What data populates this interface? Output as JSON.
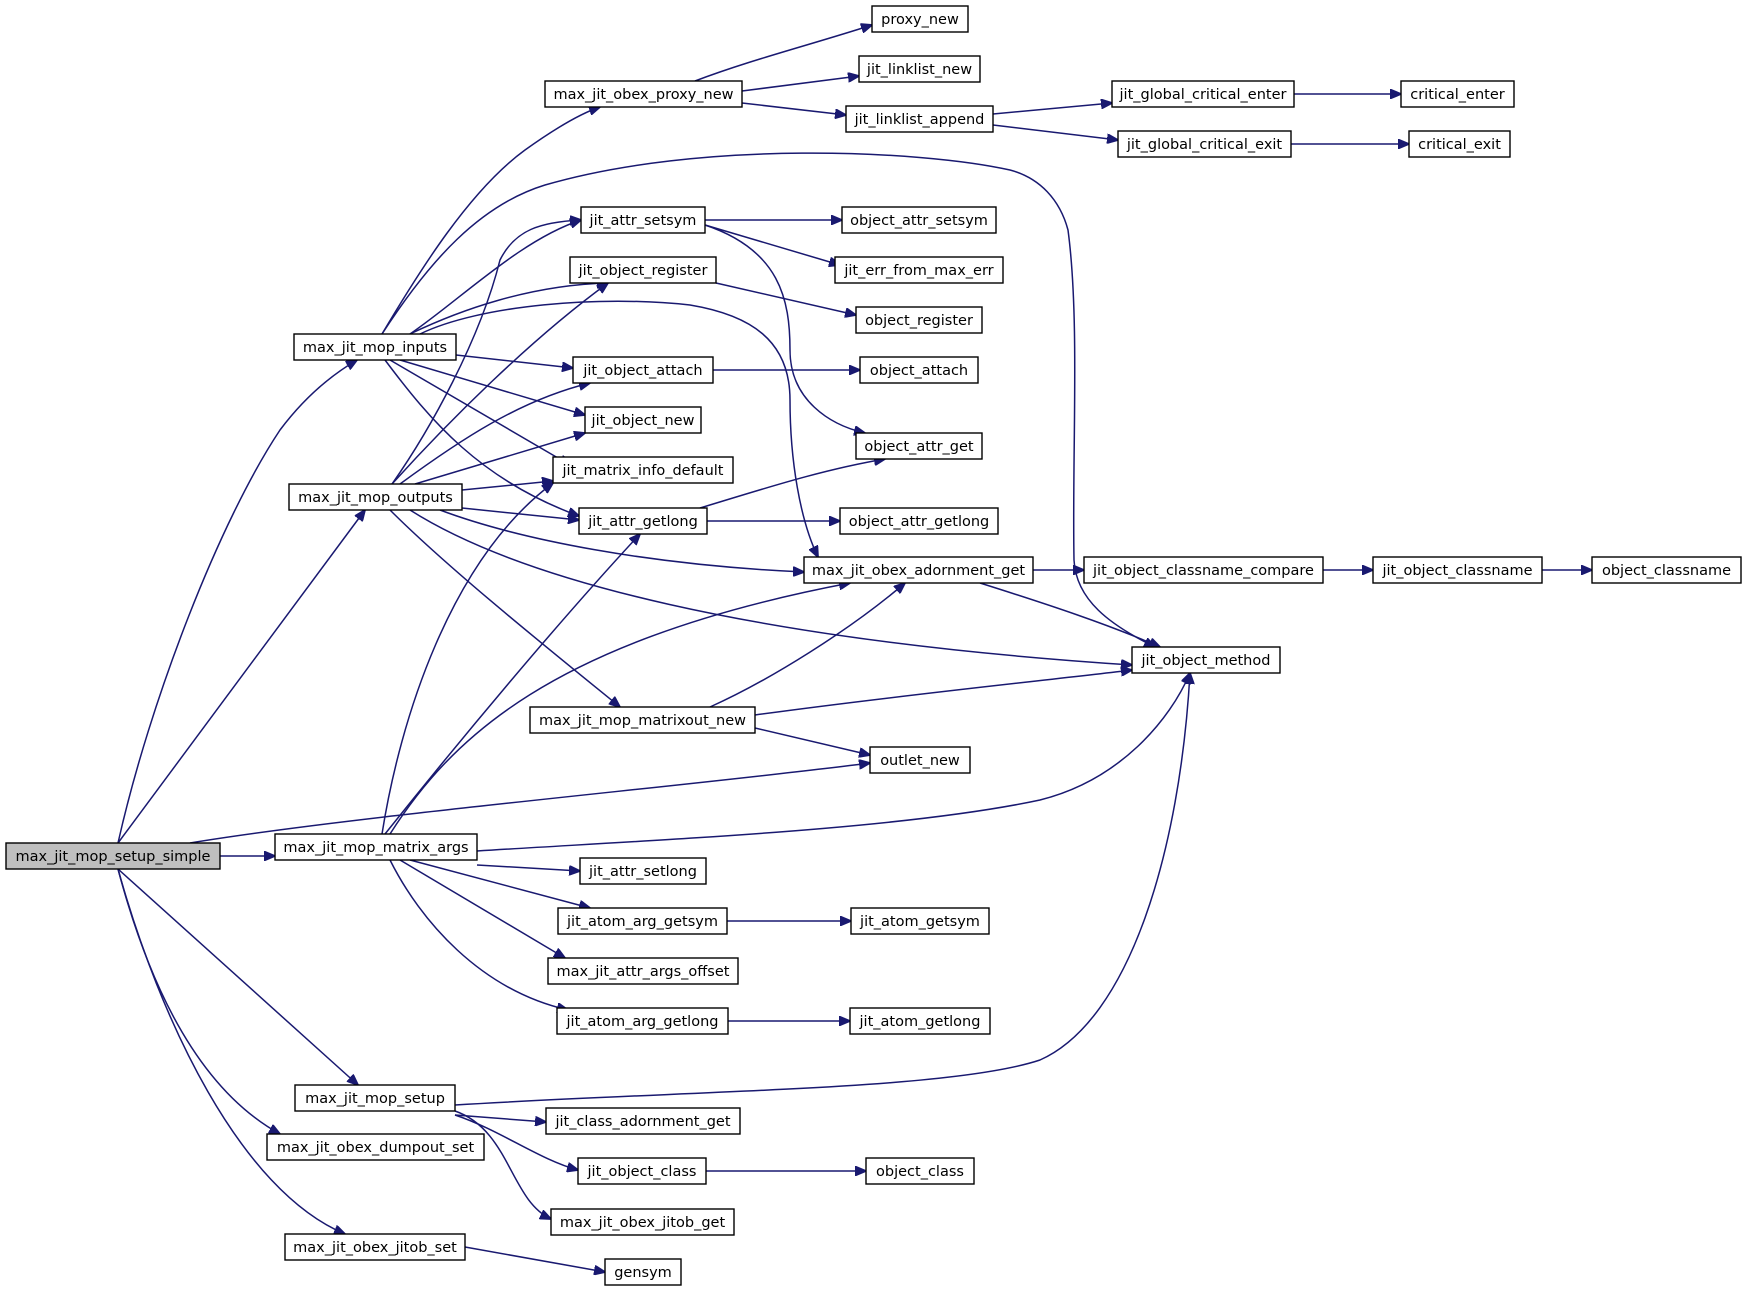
{
  "diagram": {
    "root": "max_jit_mop_setup_simple",
    "edge_color": "#191970",
    "root_fill": "#bfbfbf",
    "nodes": {
      "setup_simple": "max_jit_mop_setup_simple",
      "mop_inputs": "max_jit_mop_inputs",
      "mop_outputs": "max_jit_mop_outputs",
      "matrix_args": "max_jit_mop_matrix_args",
      "mop_setup": "max_jit_mop_setup",
      "dumpout_set": "max_jit_obex_dumpout_set",
      "jitob_set": "max_jit_obex_jitob_set",
      "proxy_new_max": "max_jit_obex_proxy_new",
      "attr_setsym": "jit_attr_setsym",
      "object_register": "jit_object_register",
      "object_attach": "jit_object_attach",
      "object_new": "jit_object_new",
      "matrix_info_default": "jit_matrix_info_default",
      "attr_getlong": "jit_attr_getlong",
      "matrixout_new": "max_jit_mop_matrixout_new",
      "attr_setlong": "jit_attr_setlong",
      "atom_arg_getsym": "jit_atom_arg_getsym",
      "attr_args_offset": "max_jit_attr_args_offset",
      "atom_arg_getlong": "jit_atom_arg_getlong",
      "class_adornment_get": "jit_class_adornment_get",
      "object_class_jit": "jit_object_class",
      "jitob_get": "max_jit_obex_jitob_get",
      "gensym": "gensym",
      "proxy_new": "proxy_new",
      "linklist_new": "jit_linklist_new",
      "linklist_append": "jit_linklist_append",
      "object_attr_setsym": "object_attr_setsym",
      "err_from_max_err": "jit_err_from_max_err",
      "object_register_max": "object_register",
      "object_attach_max": "object_attach",
      "object_attr_get": "object_attr_get",
      "object_attr_getlong": "object_attr_getlong",
      "adornment_get": "max_jit_obex_adornment_get",
      "outlet_new": "outlet_new",
      "atom_getsym": "jit_atom_getsym",
      "atom_getlong": "jit_atom_getlong",
      "object_class_max": "object_class",
      "global_critical_enter": "jit_global_critical_enter",
      "global_critical_exit": "jit_global_critical_exit",
      "classname_compare": "jit_object_classname_compare",
      "object_method": "jit_object_method",
      "critical_enter": "critical_enter",
      "critical_exit": "critical_exit",
      "object_classname_jit": "jit_object_classname",
      "object_classname_max": "object_classname"
    },
    "edges": [
      [
        "setup_simple",
        "mop_inputs"
      ],
      [
        "setup_simple",
        "mop_outputs"
      ],
      [
        "setup_simple",
        "outlet_new"
      ],
      [
        "setup_simple",
        "matrix_args"
      ],
      [
        "setup_simple",
        "mop_setup"
      ],
      [
        "setup_simple",
        "dumpout_set"
      ],
      [
        "setup_simple",
        "jitob_set"
      ],
      [
        "mop_inputs",
        "proxy_new_max"
      ],
      [
        "mop_inputs",
        "object_method"
      ],
      [
        "mop_inputs",
        "attr_setsym"
      ],
      [
        "mop_inputs",
        "object_register"
      ],
      [
        "mop_inputs",
        "adornment_get"
      ],
      [
        "mop_inputs",
        "object_attach"
      ],
      [
        "mop_inputs",
        "object_new"
      ],
      [
        "mop_inputs",
        "matrix_info_default"
      ],
      [
        "mop_inputs",
        "attr_getlong"
      ],
      [
        "mop_outputs",
        "attr_setsym"
      ],
      [
        "mop_outputs",
        "object_register"
      ],
      [
        "mop_outputs",
        "object_attach"
      ],
      [
        "mop_outputs",
        "object_new"
      ],
      [
        "mop_outputs",
        "matrix_info_default"
      ],
      [
        "mop_outputs",
        "attr_getlong"
      ],
      [
        "mop_outputs",
        "adornment_get"
      ],
      [
        "mop_outputs",
        "object_method"
      ],
      [
        "mop_outputs",
        "matrixout_new"
      ],
      [
        "matrix_args",
        "matrix_info_default"
      ],
      [
        "matrix_args",
        "attr_getlong"
      ],
      [
        "matrix_args",
        "adornment_get"
      ],
      [
        "matrix_args",
        "object_method"
      ],
      [
        "matrix_args",
        "attr_setlong"
      ],
      [
        "matrix_args",
        "atom_arg_getsym"
      ],
      [
        "matrix_args",
        "attr_args_offset"
      ],
      [
        "matrix_args",
        "atom_arg_getlong"
      ],
      [
        "mop_setup",
        "object_method"
      ],
      [
        "mop_setup",
        "class_adornment_get"
      ],
      [
        "mop_setup",
        "object_class_jit"
      ],
      [
        "mop_setup",
        "jitob_get"
      ],
      [
        "jitob_set",
        "gensym"
      ],
      [
        "proxy_new_max",
        "proxy_new"
      ],
      [
        "proxy_new_max",
        "linklist_new"
      ],
      [
        "proxy_new_max",
        "linklist_append"
      ],
      [
        "linklist_append",
        "global_critical_enter"
      ],
      [
        "linklist_append",
        "global_critical_exit"
      ],
      [
        "global_critical_enter",
        "critical_enter"
      ],
      [
        "global_critical_exit",
        "critical_exit"
      ],
      [
        "attr_setsym",
        "object_attr_setsym"
      ],
      [
        "attr_setsym",
        "err_from_max_err"
      ],
      [
        "attr_setsym",
        "object_attr_get"
      ],
      [
        "object_register",
        "object_register_max"
      ],
      [
        "object_attach",
        "object_attach_max"
      ],
      [
        "attr_getlong",
        "object_attr_get"
      ],
      [
        "attr_getlong",
        "object_attr_getlong"
      ],
      [
        "matrixout_new",
        "adornment_get"
      ],
      [
        "matrixout_new",
        "object_method"
      ],
      [
        "matrixout_new",
        "outlet_new"
      ],
      [
        "atom_arg_getsym",
        "atom_getsym"
      ],
      [
        "atom_arg_getlong",
        "atom_getlong"
      ],
      [
        "object_class_jit",
        "object_class_max"
      ],
      [
        "adornment_get",
        "classname_compare"
      ],
      [
        "adornment_get",
        "object_method"
      ],
      [
        "classname_compare",
        "object_classname_jit"
      ],
      [
        "object_classname_jit",
        "object_classname_max"
      ]
    ]
  }
}
